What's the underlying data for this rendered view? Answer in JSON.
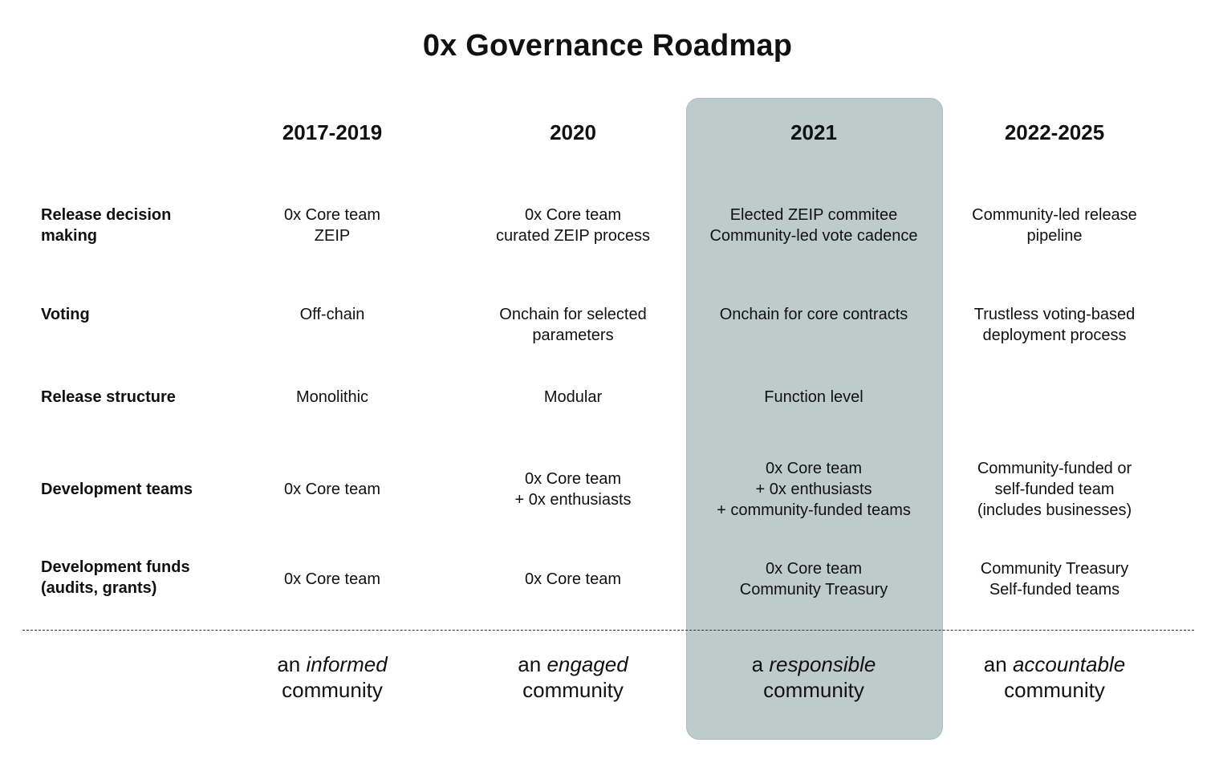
{
  "title": "0x Governance Roadmap",
  "highlight_color": "#bdcccb",
  "highlighted_column": "2021",
  "columns": [
    "2017-2019",
    "2020",
    "2021",
    "2022-2025"
  ],
  "rows": [
    {
      "label": [
        "Release decision",
        "making"
      ],
      "cells": [
        [
          "0x Core team",
          "ZEIP"
        ],
        [
          "0x Core team",
          "curated ZEIP process"
        ],
        [
          "Elected ZEIP commitee",
          "Community-led vote cadence"
        ],
        [
          "Community-led release",
          "pipeline"
        ]
      ]
    },
    {
      "label": [
        "Voting"
      ],
      "cells": [
        [
          "Off-chain"
        ],
        [
          "Onchain for selected",
          "parameters"
        ],
        [
          "Onchain for core contracts"
        ],
        [
          "Trustless voting-based",
          "deployment process"
        ]
      ]
    },
    {
      "label": [
        "Release structure"
      ],
      "cells": [
        [
          "Monolithic"
        ],
        [
          "Modular"
        ],
        [
          "Function level"
        ],
        []
      ]
    },
    {
      "label": [
        "Development teams"
      ],
      "cells": [
        [
          "0x Core team"
        ],
        [
          "0x Core team",
          "+ 0x enthusiasts"
        ],
        [
          "0x Core team",
          "+ 0x enthusiasts",
          "+ community-funded teams"
        ],
        [
          "Community-funded or",
          "self-funded team",
          "(includes businesses)"
        ]
      ]
    },
    {
      "label": [
        "Development funds",
        "(audits, grants)"
      ],
      "cells": [
        [
          "0x Core team"
        ],
        [
          "0x Core team"
        ],
        [
          "0x Core team",
          "Community Treasury"
        ],
        [
          "Community Treasury",
          "Self-funded teams"
        ]
      ]
    }
  ],
  "taglines": [
    {
      "prefix": "an",
      "emphasis": "informed",
      "suffix": "community"
    },
    {
      "prefix": "an",
      "emphasis": "engaged",
      "suffix": "community"
    },
    {
      "prefix": "a",
      "emphasis": "responsible",
      "suffix": "community"
    },
    {
      "prefix": "an",
      "emphasis": "accountable",
      "suffix": "community"
    }
  ]
}
